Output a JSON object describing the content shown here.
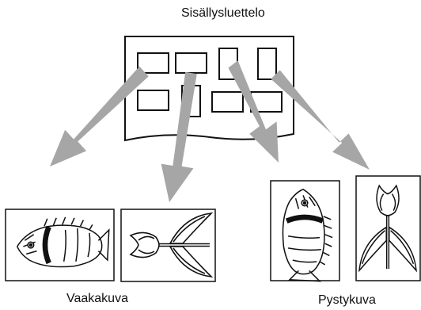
{
  "labels": {
    "index": "Sisällysluettelo",
    "landscape": "Vaakakuva",
    "portrait": "Pystykuva"
  },
  "colors": {
    "arrow": "#a6a6a6",
    "line": "#111111",
    "background": "#ffffff"
  },
  "icons": [
    "index-sheet-icon",
    "fish-icon",
    "tulip-icon"
  ]
}
